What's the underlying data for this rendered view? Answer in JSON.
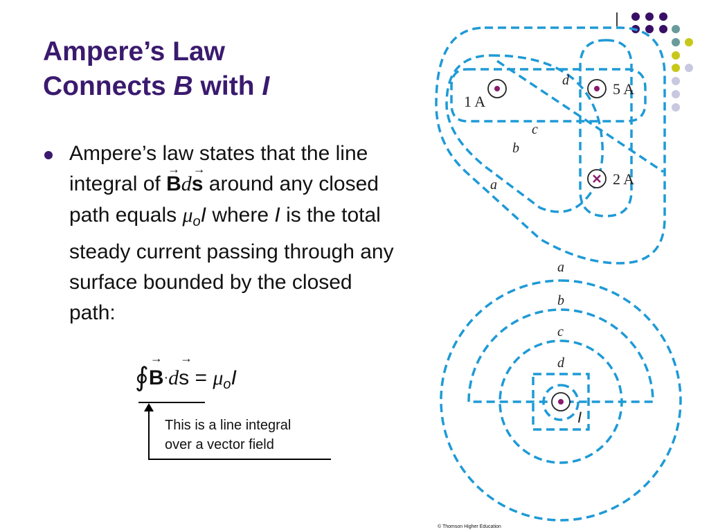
{
  "title": {
    "line1": "Ampere’s Law",
    "line2_prefix": "Connects ",
    "line2_B": "B",
    "line2_mid": " with ",
    "line2_I": "I"
  },
  "bullet": {
    "part1": "Ampere’s law states that the line integral of ",
    "B": "B",
    "box": "",
    "d": "d",
    "s": "s",
    "part2": " around any closed path equals ",
    "mu": "μ",
    "o": "o",
    "I1": "I",
    "part3": " where ",
    "I2": "I",
    "part4": " is the total steady current passing through any surface bounded by the closed path:"
  },
  "formula": {
    "integral": "∮",
    "B": "B",
    "dot": "·",
    "d": "d",
    "s": "s",
    "equals": " = ",
    "mu": "μ",
    "o": "o",
    "I": "I"
  },
  "callout": {
    "line1": "This is a line integral",
    "line2": "over a vector field"
  },
  "top_diagram": {
    "currents": [
      {
        "label": "1 A",
        "direction": "out"
      },
      {
        "label": "5 A",
        "direction": "out"
      },
      {
        "label": "2 A",
        "direction": "in"
      }
    ],
    "path_labels": [
      "a",
      "b",
      "c",
      "d"
    ]
  },
  "bottom_diagram": {
    "path_labels": [
      "a",
      "b",
      "c",
      "d"
    ],
    "current_label": "I"
  },
  "colors": {
    "title": "#3a1a6e",
    "path": "#1e9ad6",
    "current_marker": "#8a1a6e",
    "dot_purple": "#3a0e66",
    "dot_teal": "#6a9a9a",
    "dot_olive": "#c8c81a",
    "dot_lavender": "#c8c8e0"
  },
  "credit": "© Thomson Higher Education"
}
